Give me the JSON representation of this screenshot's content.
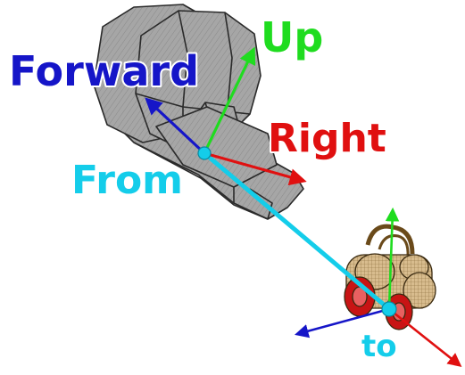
{
  "labels": {
    "up": "Up",
    "forward": "Forward",
    "right": "Right",
    "from": "From",
    "to": "to"
  },
  "colors": {
    "up": "#1fdc1f",
    "forward": "#1515c8",
    "right": "#e01010",
    "from_to": "#14cdea",
    "camera_body": "#a6a6a6",
    "target_body": "#d8bc8e",
    "target_wheels": "#c81414",
    "outline": "#2a2a2a"
  },
  "icons": {
    "camera": "camera-model-icon",
    "target": "robot-model-icon"
  }
}
